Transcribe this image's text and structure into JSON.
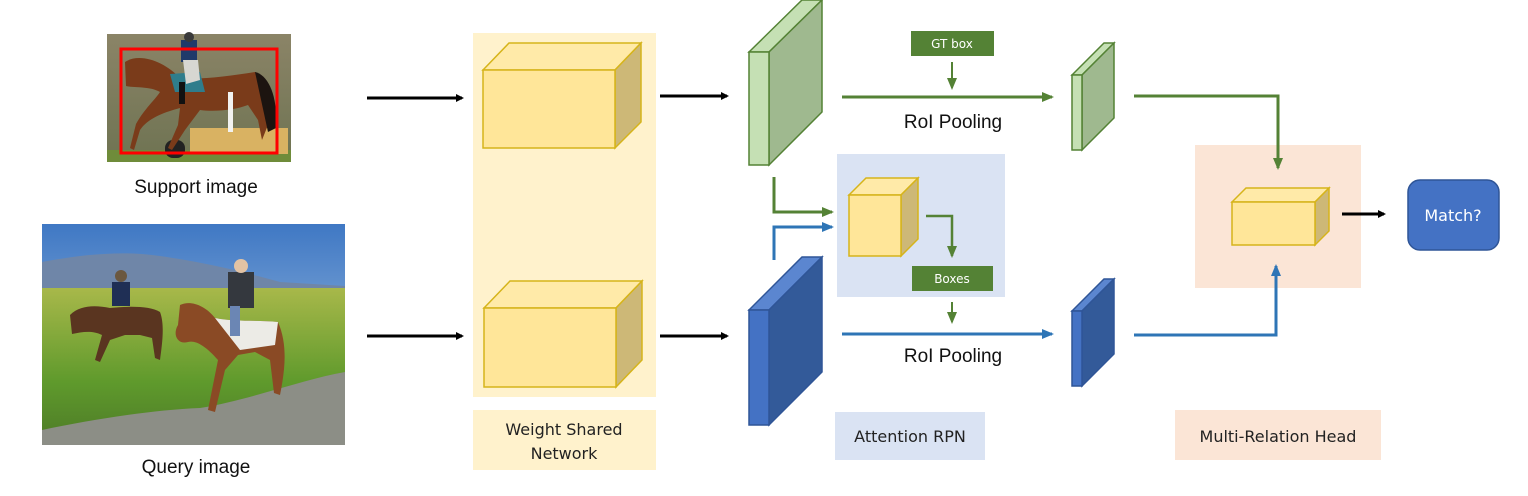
{
  "inputs": {
    "support_caption": "Support image",
    "query_caption": "Query image",
    "support_image_icon": "support-image-horse-jump",
    "query_image_icon": "query-image-riders-field"
  },
  "modules": {
    "backbone": {
      "label_line1": "Weight Shared",
      "label_line2": "Network"
    },
    "rpn": {
      "label": "Attention RPN"
    },
    "head": {
      "label": "Multi-Relation Head"
    }
  },
  "nodes": {
    "gt_box": "GT box",
    "boxes": "Boxes",
    "roi_top": "RoI Pooling",
    "roi_bottom": "RoI Pooling",
    "match": "Match?"
  },
  "colors": {
    "support_branch": "#548235",
    "query_branch": "#2e75b6",
    "green_feature_front": "#c5e0b4",
    "green_feature_side": "#9fb98f",
    "blue_feature_front": "#4472c4",
    "blue_feature_side": "#335a99",
    "cube_front": "#ffe699",
    "cube_side": "#cdb877",
    "cube_stroke": "#d6b41a",
    "backbone_bg": "#fff2cc",
    "rpn_bg": "#dae3f3",
    "head_bg": "#fbe5d6",
    "match_bg": "#4472c4",
    "label_green": "#548235",
    "support_bbox": "#ff0000"
  }
}
